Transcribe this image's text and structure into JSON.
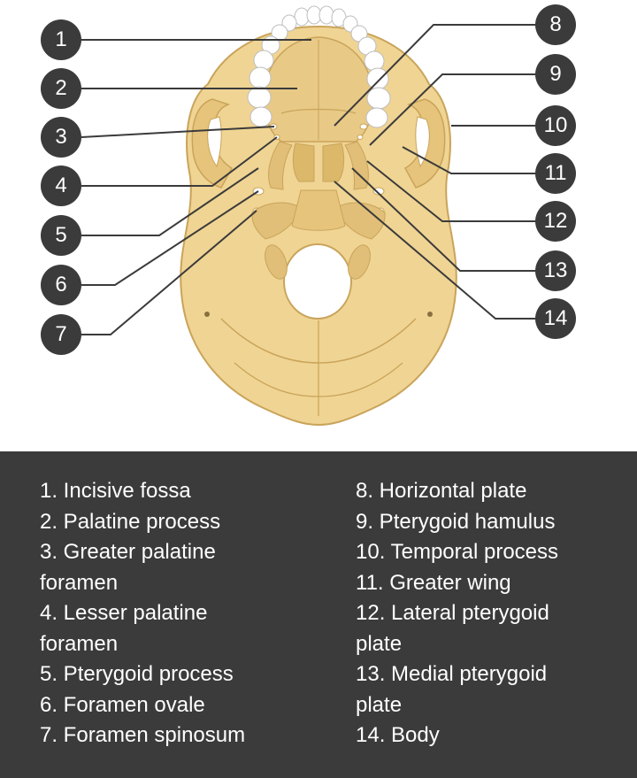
{
  "diagram": {
    "markers": [
      "1",
      "2",
      "3",
      "4",
      "5",
      "6",
      "7",
      "8",
      "9",
      "10",
      "11",
      "12",
      "13",
      "14"
    ]
  },
  "legend": {
    "left": [
      [
        "1. Incisive fossa"
      ],
      [
        "2. Palatine process"
      ],
      [
        "3. Greater palatine",
        "foramen"
      ],
      [
        "4. Lesser palatine",
        "foramen"
      ],
      [
        "5. Pterygoid process"
      ],
      [
        "6. Foramen ovale"
      ],
      [
        "7. Foramen spinosum"
      ]
    ],
    "right": [
      [
        "8. Horizontal plate"
      ],
      [
        "9. Pterygoid hamulus"
      ],
      [
        "10. Temporal process"
      ],
      [
        "11. Greater wing"
      ],
      [
        "12. Lateral pterygoid",
        "plate"
      ],
      [
        "13. Medial pterygoid",
        "plate"
      ],
      [
        "14. Body"
      ]
    ]
  },
  "colors": {
    "bone": "#f0d493",
    "bone_shadow": "#dbb86a",
    "bone_outline": "#c9a45a",
    "teeth": "#ffffff",
    "marker": "#3b3b3b",
    "panel": "#3b3b3b",
    "panel_text": "#ffffff"
  }
}
